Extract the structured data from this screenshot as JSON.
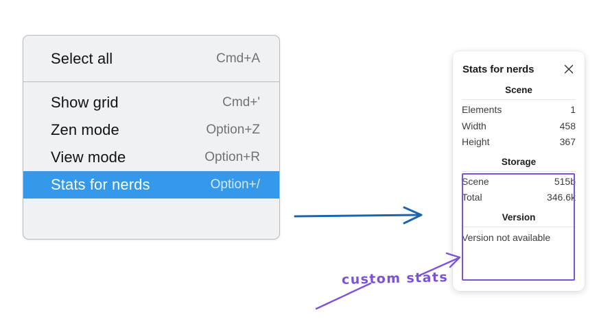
{
  "context_menu": {
    "groups": [
      {
        "items": [
          {
            "label": "Select all",
            "shortcut": "Cmd+A",
            "selected": false
          }
        ]
      },
      {
        "items": [
          {
            "label": "Show grid",
            "shortcut": "Cmd+'",
            "selected": false
          },
          {
            "label": "Zen mode",
            "shortcut": "Option+Z",
            "selected": false
          },
          {
            "label": "View mode",
            "shortcut": "Option+R",
            "selected": false
          },
          {
            "label": "Stats for nerds",
            "shortcut": "Option+/",
            "selected": true
          }
        ]
      }
    ],
    "highlight_color": "#3498eb",
    "background_color": "#f0f1f3"
  },
  "stats_panel": {
    "title": "Stats for nerds",
    "close_icon": "close-icon",
    "sections": [
      {
        "heading": "Scene",
        "rows": [
          {
            "key": "Elements",
            "value": "1"
          },
          {
            "key": "Width",
            "value": "458"
          },
          {
            "key": "Height",
            "value": "367"
          }
        ]
      },
      {
        "heading": "Storage",
        "rows": [
          {
            "key": "Scene",
            "value": "515b"
          },
          {
            "key": "Total",
            "value": "346.6k"
          }
        ]
      },
      {
        "heading": "Version",
        "single_value": "Version not available"
      }
    ],
    "highlight_border_color": "#7a52d8"
  },
  "annotations": {
    "handwritten_note": "custom stats",
    "note_color": "#7a52d8",
    "blue_arrow_color": "#1f64a8",
    "purple_arrow_color": "#7a52d8"
  }
}
